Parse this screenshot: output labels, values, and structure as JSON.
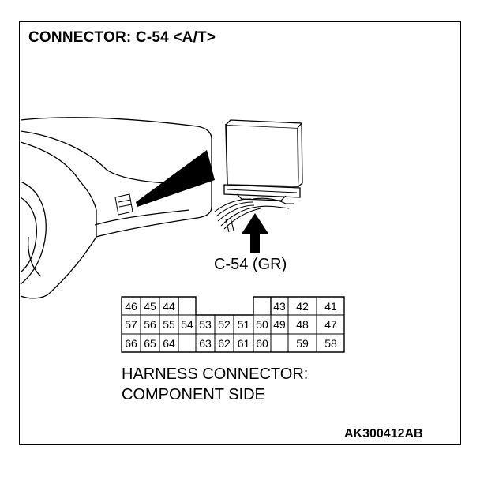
{
  "title": "CONNECTOR: C-54 <A/T>",
  "connector_label": "C-54 (GR)",
  "caption": [
    "HARNESS CONNECTOR:",
    "COMPONENT SIDE"
  ],
  "figure_code": "AK300412AB",
  "pins": {
    "row1": [
      "46",
      "45",
      "44",
      "43",
      "42",
      "41"
    ],
    "row2": [
      "57",
      "56",
      "55",
      "54",
      "53",
      "52",
      "51",
      "50",
      "49",
      "48",
      "47"
    ],
    "row3": [
      "66",
      "65",
      "64",
      "63",
      "62",
      "61",
      "60",
      "59",
      "58"
    ]
  }
}
